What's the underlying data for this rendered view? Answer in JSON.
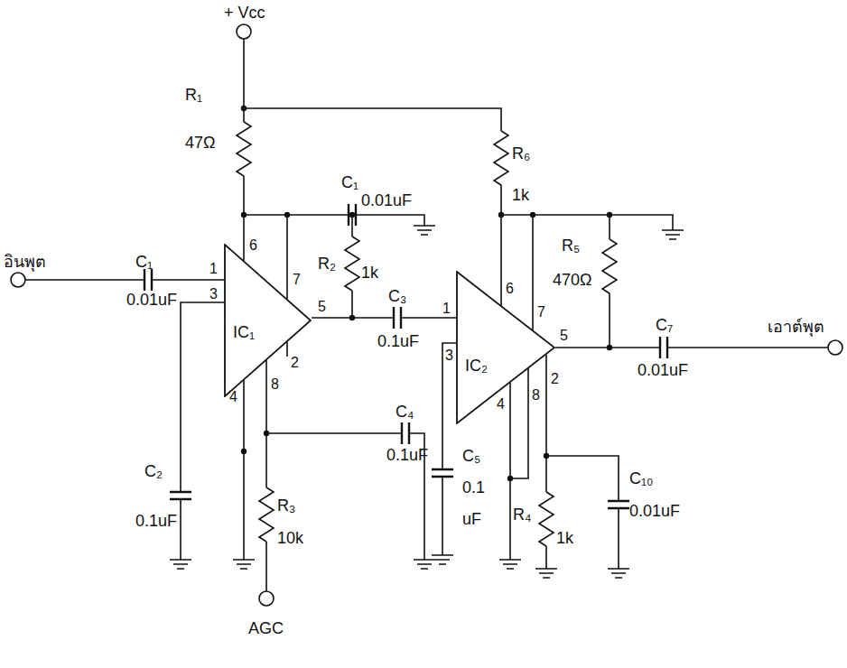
{
  "diagram": {
    "nodes": [
      {
        "text": [
          "IC₁"
        ]
      },
      {
        "text": [
          "IC₂"
        ]
      }
    ],
    "labels": [
      "+ Vcc",
      "R₁",
      "47Ω",
      "C₁",
      "0.01uF",
      "R₂",
      "1k",
      "C₃",
      "0.1uF",
      "R₆",
      "1k",
      "R₅",
      "470Ω",
      "C₇",
      "0.01uF",
      "อินพุต",
      "เอาต์พุต",
      "C₁",
      "0.01uF",
      "C₂",
      "0.1uF",
      "C₄",
      "0.1uF",
      "R₃",
      "10k",
      "AGC",
      "C₅",
      "0.1",
      "uF",
      "R₄",
      "1k",
      "C₁₀",
      "0.01uF",
      "6",
      "7",
      "1",
      "3",
      "5",
      "8",
      "2",
      "4",
      "6",
      "7",
      "1",
      "3",
      "5",
      "4",
      "8",
      "2"
    ]
  }
}
